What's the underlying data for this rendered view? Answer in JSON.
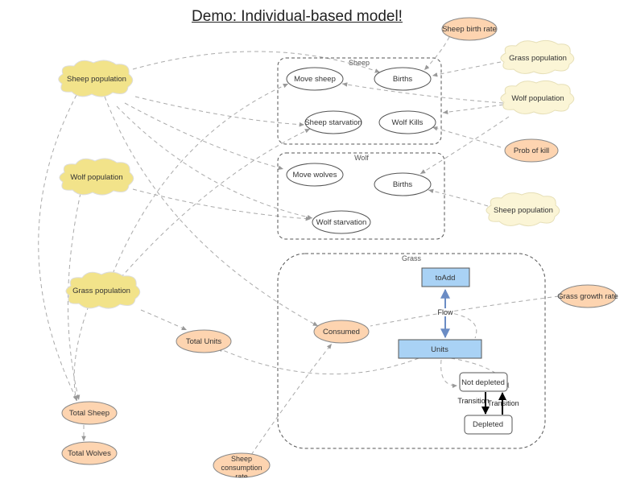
{
  "title": "Demo: Individual-based model!",
  "colors": {
    "cloud_yellow": "#f2e38a",
    "cloud_pale": "#fbf5d6",
    "variable_orange": "#fdd4b0",
    "stock_blue": "#a9d2f5",
    "flow_blue": "#6b8cc4"
  },
  "groups": {
    "sheep": "Sheep",
    "wolf": "Wolf",
    "grass": "Grass"
  },
  "clouds": {
    "sheep_population_left": "Sheep population",
    "wolf_population_left": "Wolf population",
    "grass_population_left": "Grass population",
    "grass_population_right": "Grass population",
    "wolf_population_right": "Wolf population",
    "sheep_population_right": "Sheep population"
  },
  "variables": {
    "sheep_birth_rate": "Sheep birth rate",
    "prob_of_kill": "Prob of kill",
    "grass_growth_rate": "Grass growth rate",
    "total_units": "Total Units",
    "consumed": "Consumed",
    "total_sheep": "Total Sheep",
    "total_wolves": "Total Wolves",
    "sheep_consumption_rate": "Sheep consumption rate"
  },
  "actions": {
    "move_sheep": "Move sheep",
    "sheep_births": "Births",
    "sheep_starvation": "Sheep starvation",
    "wolf_kills": "Wolf Kills",
    "move_wolves": "Move wolves",
    "wolf_births": "Births",
    "wolf_starvation": "Wolf starvation"
  },
  "stocks": {
    "to_add": "toAdd",
    "units": "Units"
  },
  "states": {
    "not_depleted": "Not depleted",
    "depleted": "Depleted"
  },
  "edge_labels": {
    "flow": "Flow",
    "transition_1": "Transition",
    "transition_2": "Transition"
  }
}
